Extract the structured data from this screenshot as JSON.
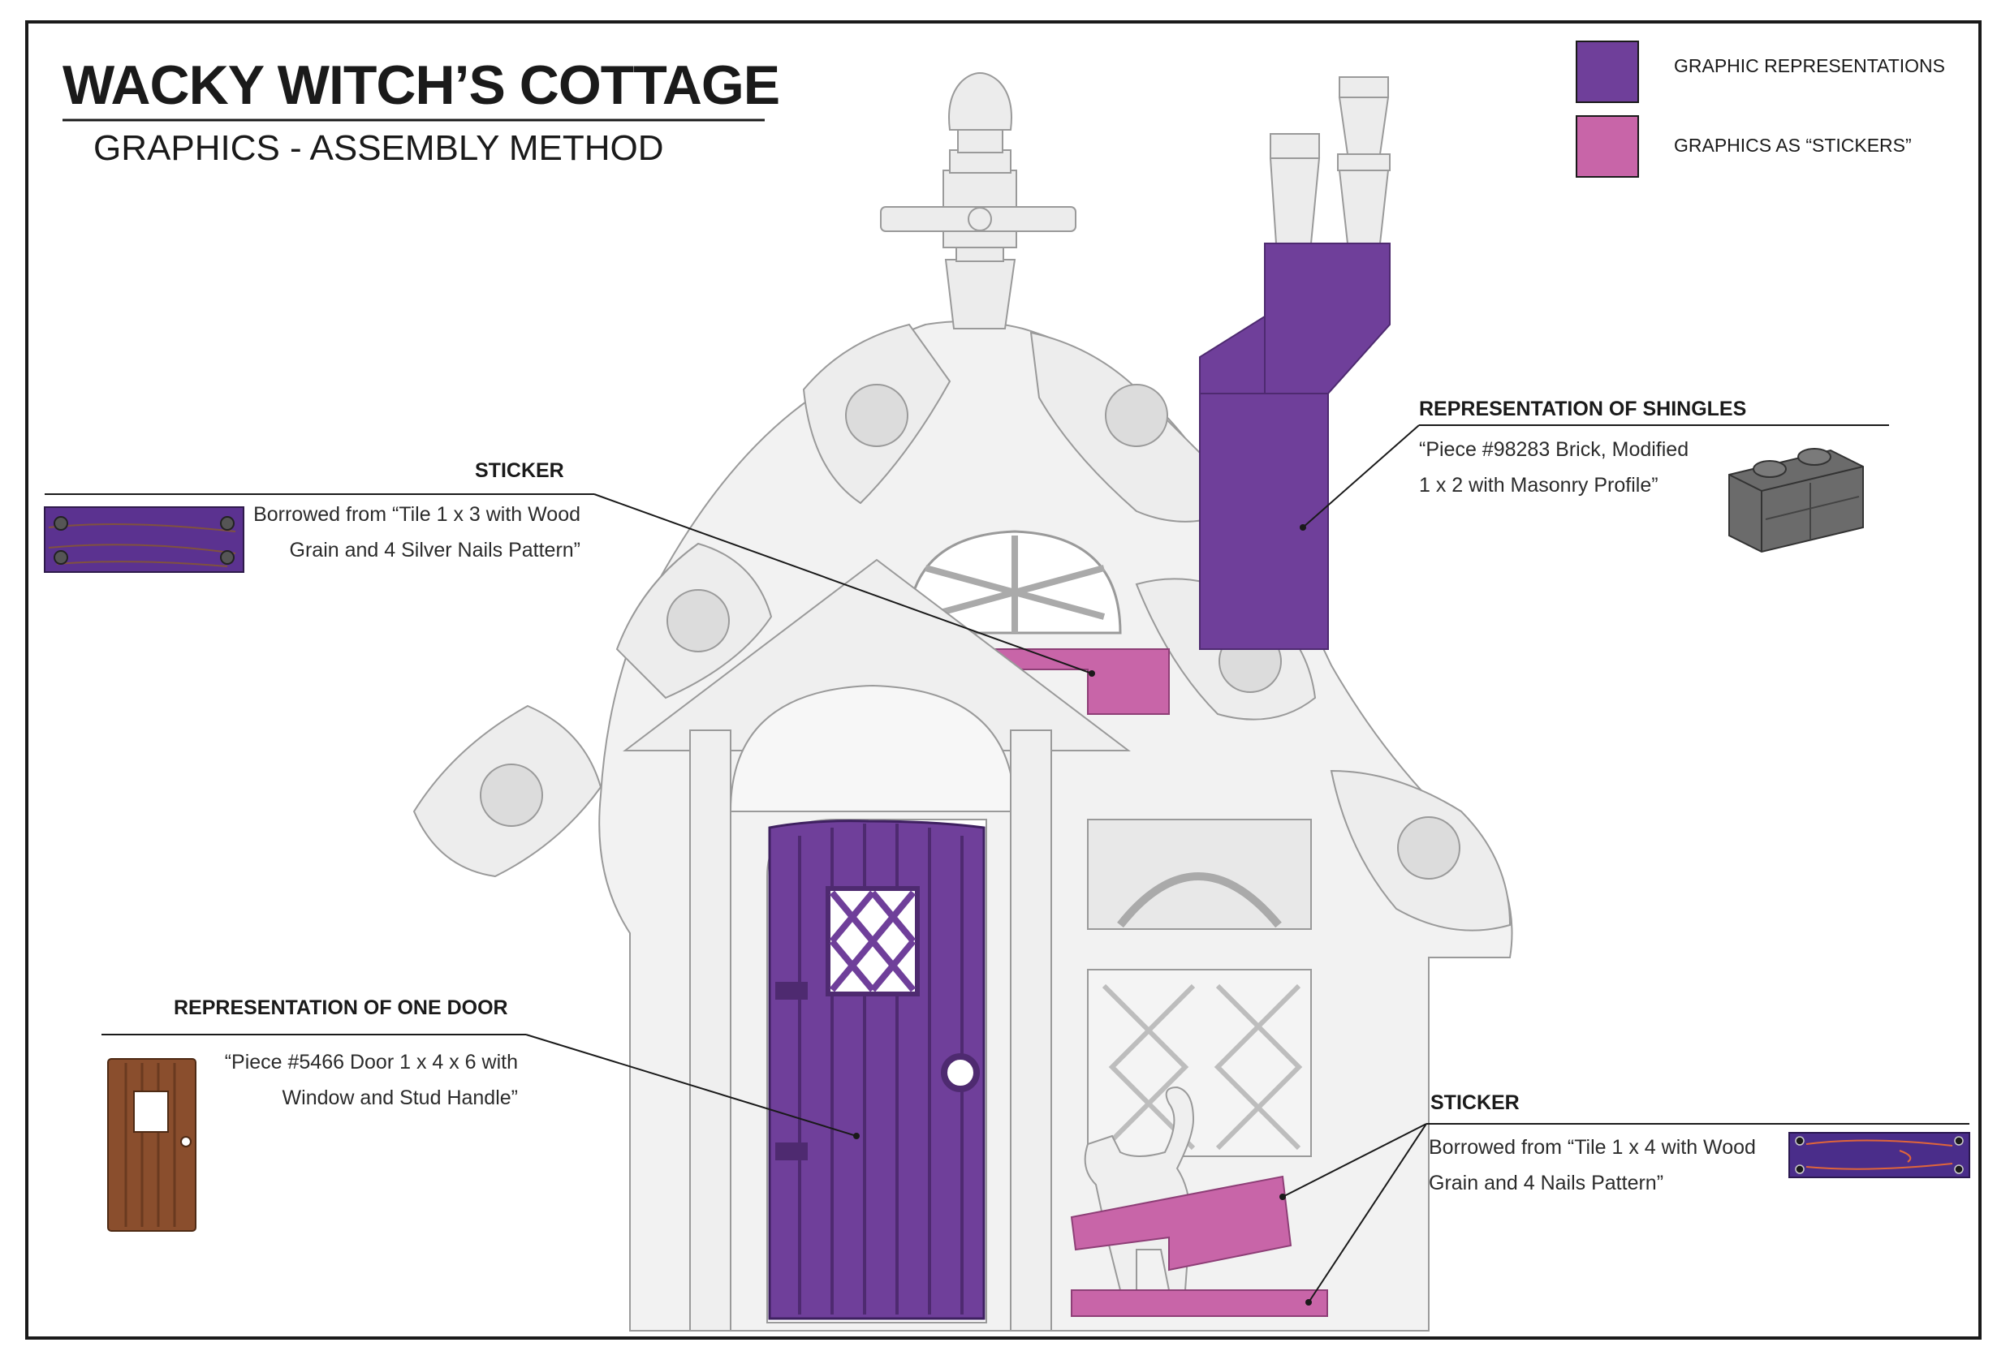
{
  "title": "WACKY WITCH’S COTTAGE",
  "subtitle": "GRAPHICS - ASSEMBLY METHOD",
  "legend": {
    "items": [
      {
        "label": "GRAPHIC REPRESENTATIONS",
        "color": "#6f3f9a"
      },
      {
        "label": "GRAPHICS AS “STICKERS”",
        "color": "#c865a8"
      }
    ]
  },
  "callouts": {
    "sticker_left": {
      "heading": "STICKER",
      "line1": "Borrowed from “Tile 1 x 3 with Wood",
      "line2": "Grain and 4 Silver Nails Pattern”"
    },
    "shingles": {
      "heading": "REPRESENTATION OF SHINGLES",
      "line1": "“Piece #98283 Brick, Modified",
      "line2": "1 x 2 with Masonry Profile”"
    },
    "door": {
      "heading": "REPRESENTATION OF ONE DOOR",
      "line1": "“Piece #5466 Door 1 x 4 x 6 with",
      "line2": "Window and Stud Handle”"
    },
    "sticker_right": {
      "heading": "STICKER",
      "line1": "Borrowed from “Tile 1 x 4 with Wood",
      "line2": "Grain and 4 Nails Pattern”"
    }
  },
  "colors": {
    "graphic": "#6f3f9a",
    "sticker": "#c865a8",
    "house_fill": "#f2f2f2",
    "house_stroke": "#9a9a9a",
    "door_brown": "#8a4e2d",
    "brick_gray": "#6e6e6e"
  },
  "icons": [
    "tile-1x3-sticker-icon",
    "masonry-brick-icon",
    "door-piece-icon",
    "tile-1x4-sticker-icon"
  ]
}
